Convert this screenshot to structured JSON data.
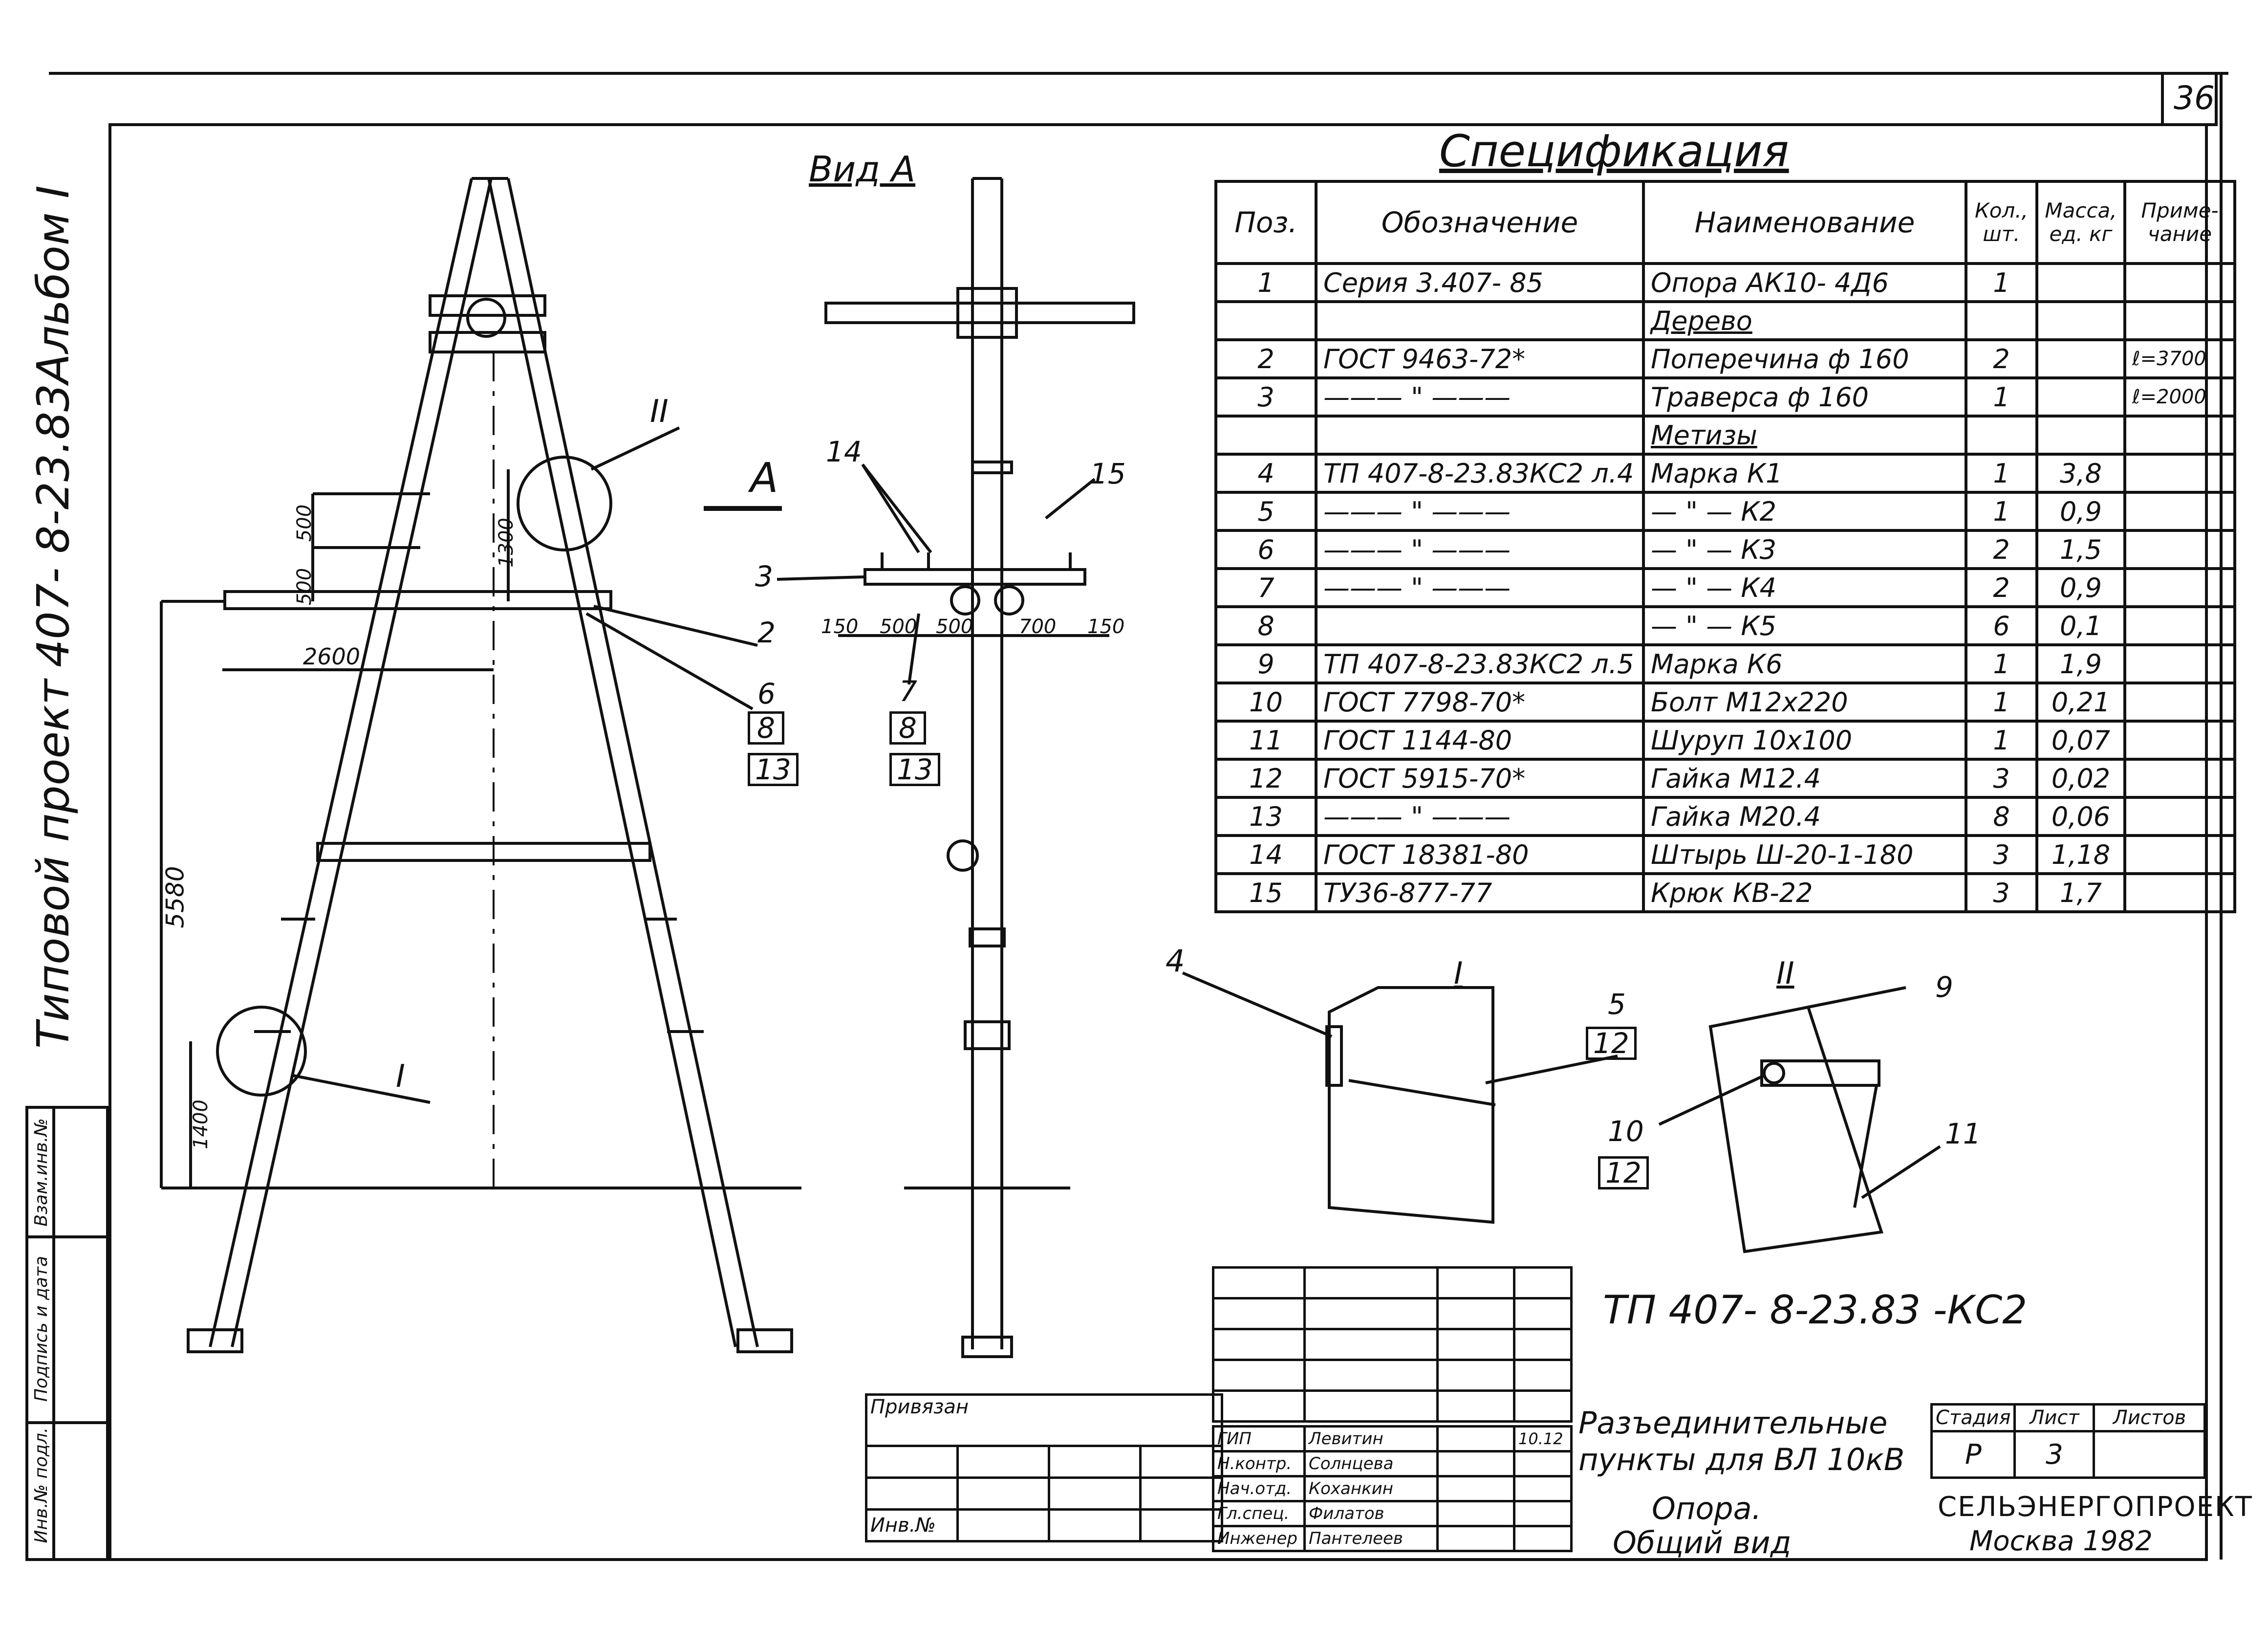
{
  "page_number": "36",
  "side": {
    "album": "Альбом I",
    "project": "407- 8-23.83",
    "type_project": "Типовой проект",
    "stamp": [
      "Инв.№ подл.",
      "Подпись и дата",
      "Взам.инв.№"
    ]
  },
  "views": {
    "view_a": "Вид А",
    "arrow_a": "А",
    "callout_1": "I",
    "callout_2": "II"
  },
  "dimensions": {
    "d500a": "500",
    "d500b": "500",
    "d1300": "1300",
    "d2600": "2600",
    "d5580": "5580",
    "d1400": "1400",
    "d150a": "150",
    "d500c": "500",
    "d500d": "500",
    "d700": "700",
    "d150b": "150"
  },
  "leaders": {
    "l2": "2",
    "l6": "6",
    "l8": "8",
    "l13": "13",
    "l14": "14",
    "l15": "15",
    "l3": "3",
    "l7": "7",
    "l8b": "8",
    "l13b": "13",
    "l4": "4",
    "l5": "5",
    "l12": "12",
    "l9": "9",
    "l10": "10",
    "l12b": "12",
    "l11": "11",
    "detail_1": "I",
    "detail_2": "II"
  },
  "spec": {
    "title": "Спецификация",
    "headers": [
      "Поз.",
      "Обозначение",
      "Наименование",
      "Кол., шт.",
      "Масса, ед. кг",
      "Приме- чание"
    ],
    "rows": [
      {
        "pos": "1",
        "doc": "Серия 3.407- 85",
        "name": "Опора АК10- 4Д6",
        "qty": "1",
        "mass": "",
        "note": "",
        "u": false
      },
      {
        "pos": "",
        "doc": "",
        "name": "Дерево",
        "qty": "",
        "mass": "",
        "note": "",
        "u": true
      },
      {
        "pos": "2",
        "doc": "ГОСТ 9463-72*",
        "name": "Поперечина ф 160",
        "qty": "2",
        "mass": "",
        "note": "ℓ=3700",
        "u": false
      },
      {
        "pos": "3",
        "doc": "——— \" ———",
        "name": "Траверса ф 160",
        "qty": "1",
        "mass": "",
        "note": "ℓ=2000",
        "u": false
      },
      {
        "pos": "",
        "doc": "",
        "name": "Метизы",
        "qty": "",
        "mass": "",
        "note": "",
        "u": true
      },
      {
        "pos": "4",
        "doc": "ТП 407-8-23.83КС2 л.4",
        "name": "Марка К1",
        "qty": "1",
        "mass": "3,8",
        "note": "",
        "u": false
      },
      {
        "pos": "5",
        "doc": "——— \" ———",
        "name": "— \" — К2",
        "qty": "1",
        "mass": "0,9",
        "note": "",
        "u": false
      },
      {
        "pos": "6",
        "doc": "——— \" ———",
        "name": "— \" — К3",
        "qty": "2",
        "mass": "1,5",
        "note": "",
        "u": false
      },
      {
        "pos": "7",
        "doc": "——— \" ———",
        "name": "— \" — К4",
        "qty": "2",
        "mass": "0,9",
        "note": "",
        "u": false
      },
      {
        "pos": "8",
        "doc": "",
        "name": "— \" — К5",
        "qty": "6",
        "mass": "0,1",
        "note": "",
        "u": false
      },
      {
        "pos": "9",
        "doc": "ТП 407-8-23.83КС2 л.5",
        "name": "Марка К6",
        "qty": "1",
        "mass": "1,9",
        "note": "",
        "u": false
      },
      {
        "pos": "10",
        "doc": "ГОСТ 7798-70*",
        "name": "Болт М12х220",
        "qty": "1",
        "mass": "0,21",
        "note": "",
        "u": false
      },
      {
        "pos": "11",
        "doc": "ГОСТ 1144-80",
        "name": "Шуруп 10х100",
        "qty": "1",
        "mass": "0,07",
        "note": "",
        "u": false
      },
      {
        "pos": "12",
        "doc": "ГОСТ 5915-70*",
        "name": "Гайка М12.4",
        "qty": "3",
        "mass": "0,02",
        "note": "",
        "u": false
      },
      {
        "pos": "13",
        "doc": "——— \" ———",
        "name": "Гайка М20.4",
        "qty": "8",
        "mass": "0,06",
        "note": "",
        "u": false
      },
      {
        "pos": "14",
        "doc": "ГОСТ 18381-80",
        "name": "Штырь Ш-20-1-180",
        "qty": "3",
        "mass": "1,18",
        "note": "",
        "u": false
      },
      {
        "pos": "15",
        "doc": "ТУ36-877-77",
        "name": "Крюк КВ-22",
        "qty": "3",
        "mass": "1,7",
        "note": "",
        "u": false
      }
    ]
  },
  "titleblock": {
    "code": "ТП 407- 8-23.83 -КС2",
    "title1": "Разъединительные",
    "title2": "пункты для ВЛ 10кВ",
    "sheet_title1": "Опора.",
    "sheet_title2": "Общий вид",
    "stage_h": "Стадия",
    "sheet_h": "Лист",
    "sheets_h": "Листов",
    "stage": "Р",
    "sheet": "3",
    "org": "СЕЛЬЭНЕРГОПРОЕКТ",
    "city": "Москва 1982",
    "privyazan": "Привязан",
    "inv": "Инв.№",
    "roles": [
      "ГИП",
      "Н.контр.",
      "Нач.отд.",
      "Гл.спец.",
      "Инженер"
    ],
    "names": [
      "Левитин",
      "Солнцева",
      "Коханкин",
      "Филатов",
      "Пантелеев"
    ],
    "date": "10.12"
  }
}
